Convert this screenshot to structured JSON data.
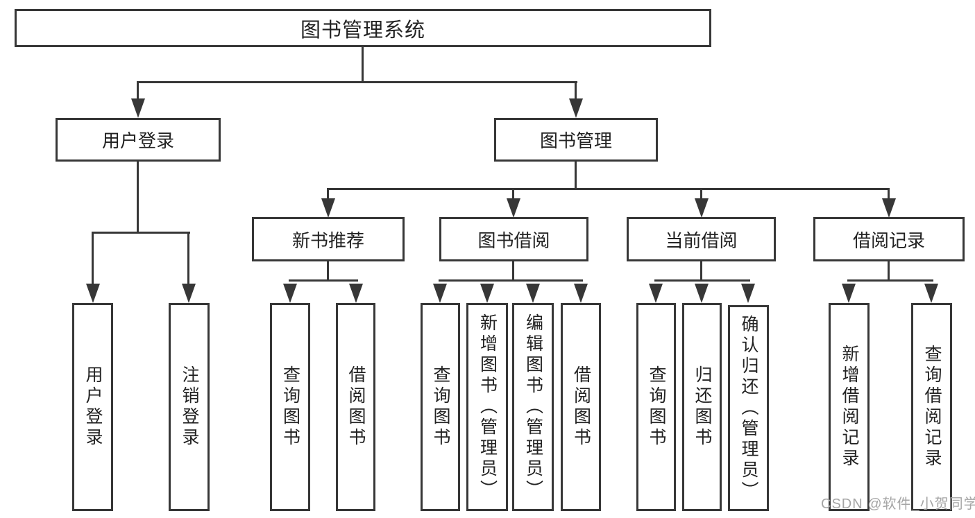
{
  "title": "图书管理系统",
  "level2": {
    "user_login": "用户登录",
    "book_management": "图书管理"
  },
  "level3": {
    "new_book_recommend": "新书推荐",
    "book_borrow": "图书借阅",
    "current_borrow": "当前借阅",
    "borrow_record": "借阅记录"
  },
  "leaves": {
    "user_login": [
      "用户登录",
      "注销登录"
    ],
    "new_book_recommend": [
      "查询图书",
      "借阅图书"
    ],
    "book_borrow": [
      "查询图书",
      "新增图书（管理员）",
      "编辑图书（管理员）",
      "借阅图书"
    ],
    "current_borrow": [
      "查询图书",
      "归还图书",
      "确认归还（管理员）"
    ],
    "borrow_record": [
      "新增借阅记录",
      "查询借阅记录"
    ]
  },
  "watermark": "CSDN @软件_小贺同学",
  "colors": {
    "line": "#373737",
    "text": "#222222",
    "watermark": "#a5a5a5",
    "background": "#ffffff"
  }
}
